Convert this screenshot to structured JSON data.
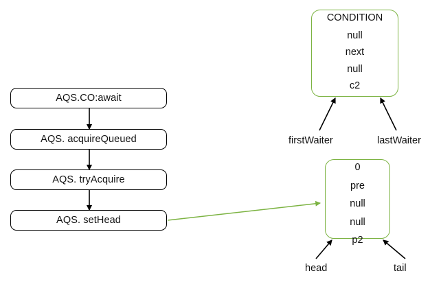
{
  "diagram": {
    "type": "flow-and-object-diagram",
    "background_color": "#ffffff",
    "flow_edge_color": "#000000",
    "object_edge_color": "#7cb342",
    "flow_sequence": {
      "name": "aqs-call-chain",
      "boxes": [
        {
          "id": "await",
          "label": "AQS.CO:await"
        },
        {
          "id": "acquire-queued",
          "label": "AQS. acquireQueued"
        },
        {
          "id": "try-acquire",
          "label": "AQS. tryAcquire"
        },
        {
          "id": "set-head",
          "label": "AQS. setHead"
        }
      ]
    },
    "objects": [
      {
        "id": "condition-node",
        "name": "condition-node-box",
        "fields": [
          "CONDITION",
          "null",
          "next",
          "null",
          "c2"
        ],
        "pointers": [
          {
            "id": "first-waiter",
            "label": "firstWaiter"
          },
          {
            "id": "last-waiter",
            "label": "lastWaiter"
          }
        ]
      },
      {
        "id": "queue-node",
        "name": "queue-node-box",
        "fields": [
          "0",
          "pre",
          "null",
          "null",
          "p2"
        ],
        "pointers": [
          {
            "id": "head",
            "label": "head"
          },
          {
            "id": "tail",
            "label": "tail"
          }
        ]
      }
    ],
    "cross_edge": {
      "id": "set-head-to-queue-node",
      "from": "set-head",
      "to": "queue-node",
      "color": "#7cb342",
      "label": ""
    }
  }
}
